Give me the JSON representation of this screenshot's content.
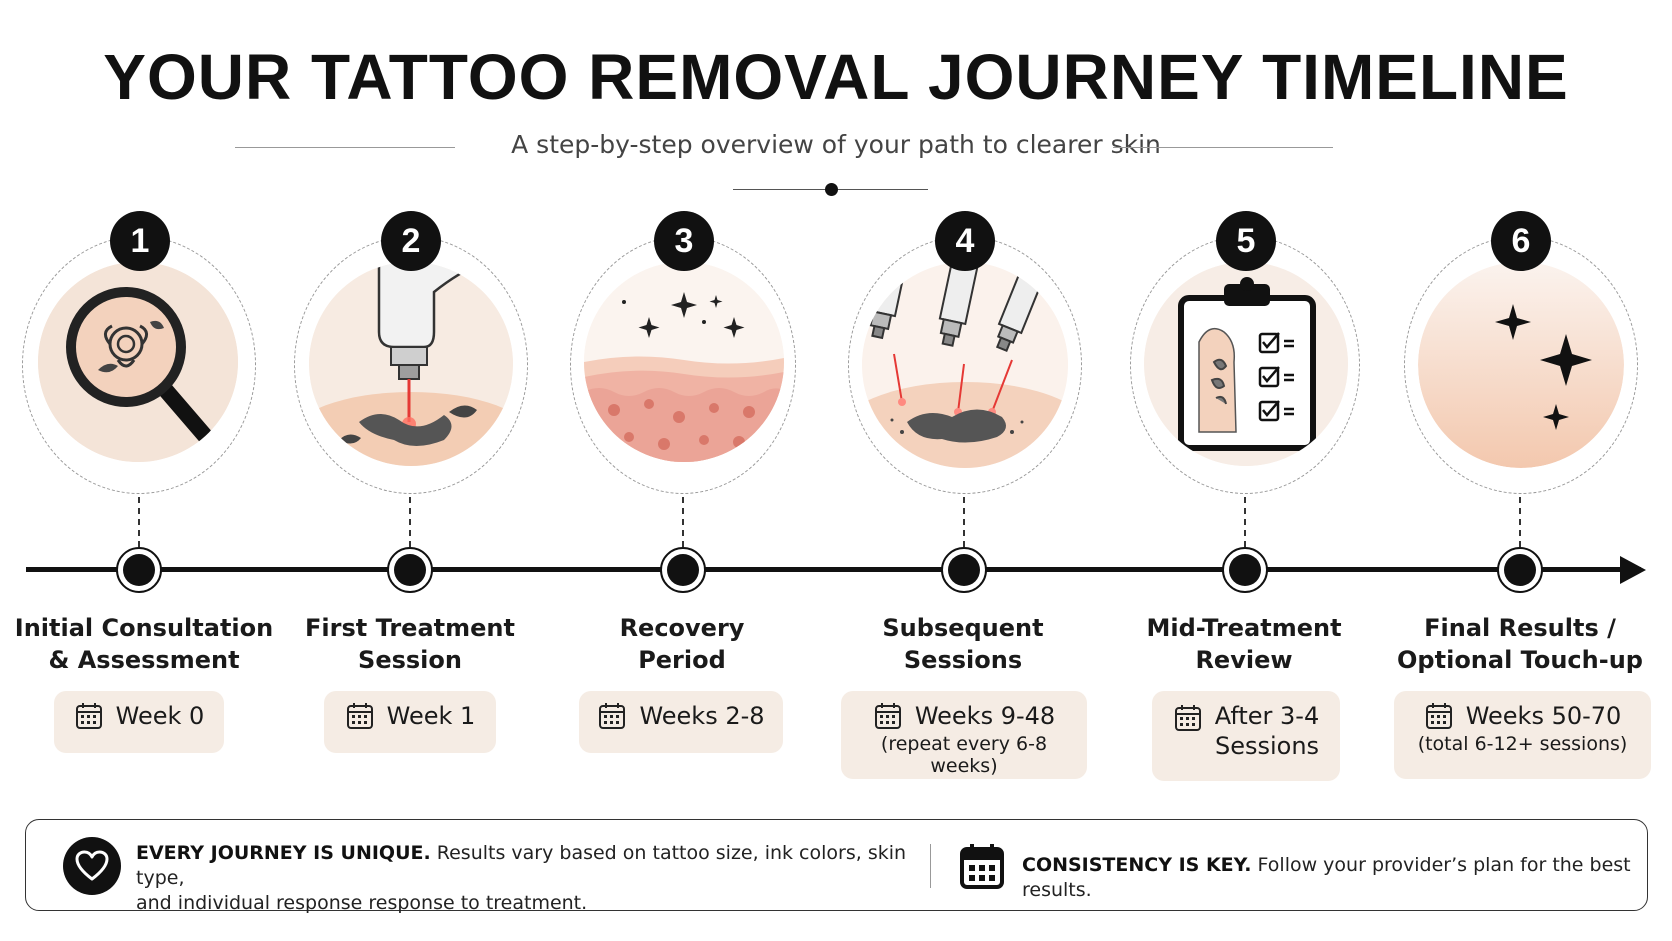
{
  "header": {
    "title": "YOUR TATTOO REMOVAL JOURNEY TIMELINE",
    "subtitle": "A step-by-step overview of your path to clearer skin"
  },
  "steps": [
    {
      "number": "1",
      "title_line1": "Initial Consultation",
      "title_line2": "& Assessment",
      "timing": "Week 0",
      "timing_line2": "",
      "timing_note": "",
      "icon": "magnifier-icon"
    },
    {
      "number": "2",
      "title_line1": "First Treatment",
      "title_line2": "Session",
      "timing": "Week 1",
      "timing_line2": "",
      "timing_note": "",
      "icon": "laser-handpiece-icon"
    },
    {
      "number": "3",
      "title_line1": "Recovery",
      "title_line2": "Period",
      "timing": "Weeks 2-8",
      "timing_line2": "",
      "timing_note": "",
      "icon": "skin-layers-icon"
    },
    {
      "number": "4",
      "title_line1": "Subsequent",
      "title_line2": "Sessions",
      "timing": "Weeks 9-48",
      "timing_line2": "",
      "timing_note": "(repeat every 6-8 weeks)",
      "icon": "multi-laser-icon"
    },
    {
      "number": "5",
      "title_line1": "Mid-Treatment",
      "title_line2": "Review",
      "timing": "After 3-4",
      "timing_line2": "Sessions",
      "timing_note": "",
      "icon": "clipboard-checklist-icon"
    },
    {
      "number": "6",
      "title_line1": "Final Results /",
      "title_line2": "Optional Touch-up",
      "timing": "Weeks 50-70",
      "timing_line2": "",
      "timing_note": "(total 6-12+ sessions)",
      "icon": "sparkle-skin-icon"
    }
  ],
  "footer": {
    "left_bold": "EVERY JOURNEY IS UNIQUE.",
    "left_text": "Results vary based on tattoo size, ink colors, skin type,",
    "left_text_line2": "and individual response response to treatment.",
    "right_bold": "CONSISTENCY IS KEY.",
    "right_text": "Follow your provider’s plan for the best results."
  },
  "colors": {
    "ink": "#111111",
    "skin": "#f3d2bd",
    "pill_bg": "#f5ece4",
    "laser": "#e53935"
  }
}
